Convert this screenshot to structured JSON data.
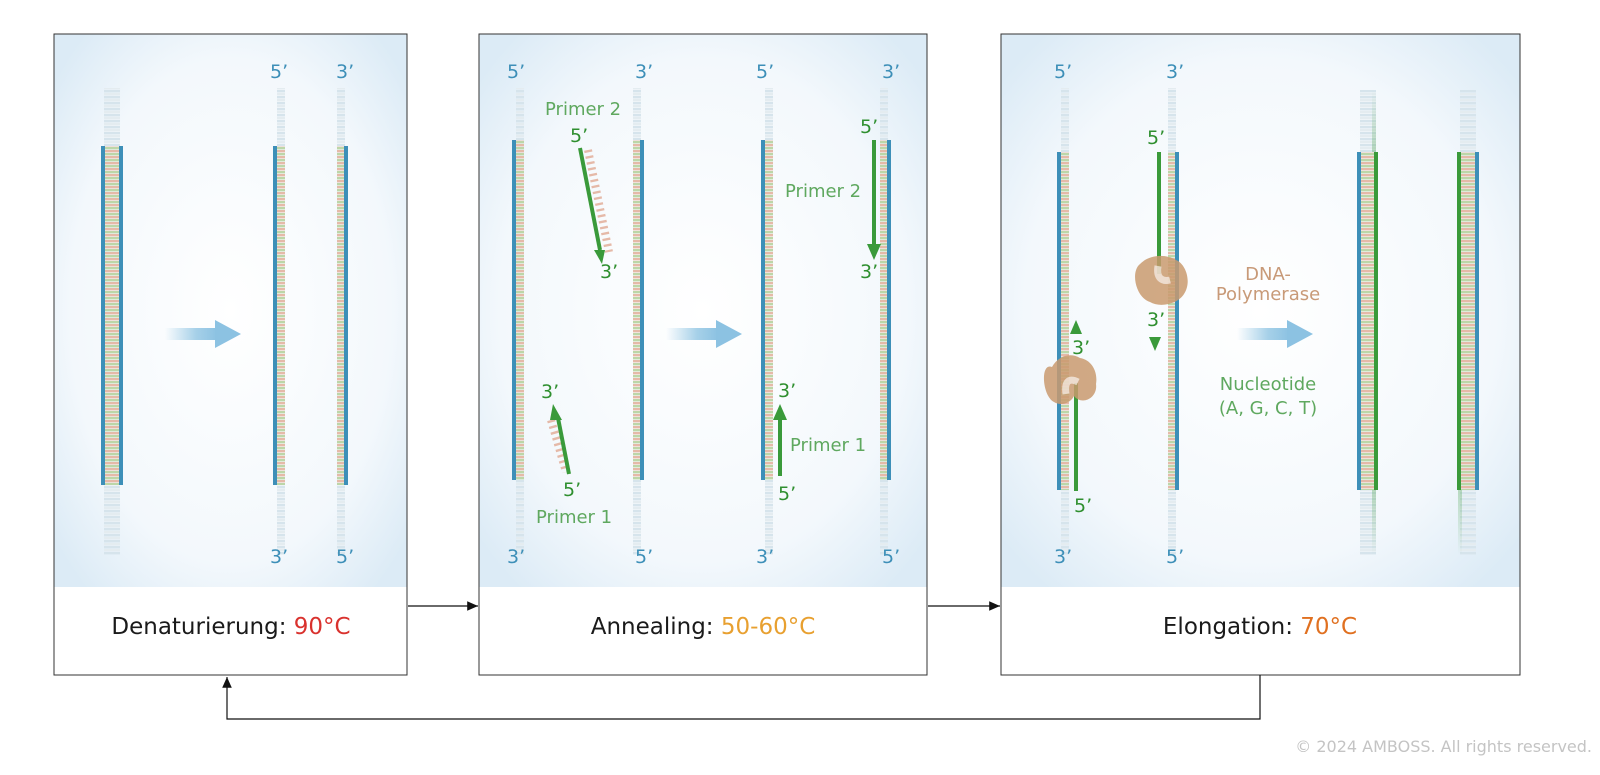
{
  "panels": [
    {
      "title": "Denaturierung: ",
      "temp": "90°C",
      "temp_color": "#d9322e"
    },
    {
      "title": "Annealing: ",
      "temp": "50-60°C",
      "temp_color": "#e8a030"
    },
    {
      "title": "Elongation: ",
      "temp": "70°C",
      "temp_color": "#e07020"
    }
  ],
  "ends": {
    "five": "5’",
    "three": "3’"
  },
  "primers": {
    "primer1": "Primer 1",
    "primer2": "Primer 2"
  },
  "elongation": {
    "polymerase_line1": "DNA-",
    "polymerase_line2": "Polymerase",
    "nucleotide_line1": "Nucleotide",
    "nucleotide_line2": "(A, G, C, T)"
  },
  "copyright": "© 2024 AMBOSS. All rights reserved.",
  "colors": {
    "strand_blue": "#3d8fb8",
    "primer_green": "#3a9a3a",
    "polymerase_tan": "#c99a6e",
    "arrow_blue": "#9ccbe6"
  }
}
